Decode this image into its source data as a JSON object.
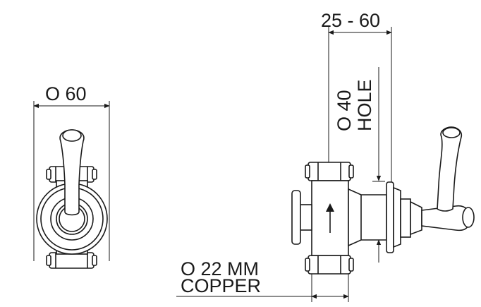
{
  "labels": {
    "front_width": "O 60",
    "wall_range": "25 - 60",
    "hole_line1": "O 40",
    "hole_line2": "HOLE",
    "pipe_line1": "O 22 MM",
    "pipe_line2": "COPPER"
  },
  "icons": {
    "flow": "up-arrow-icon"
  }
}
